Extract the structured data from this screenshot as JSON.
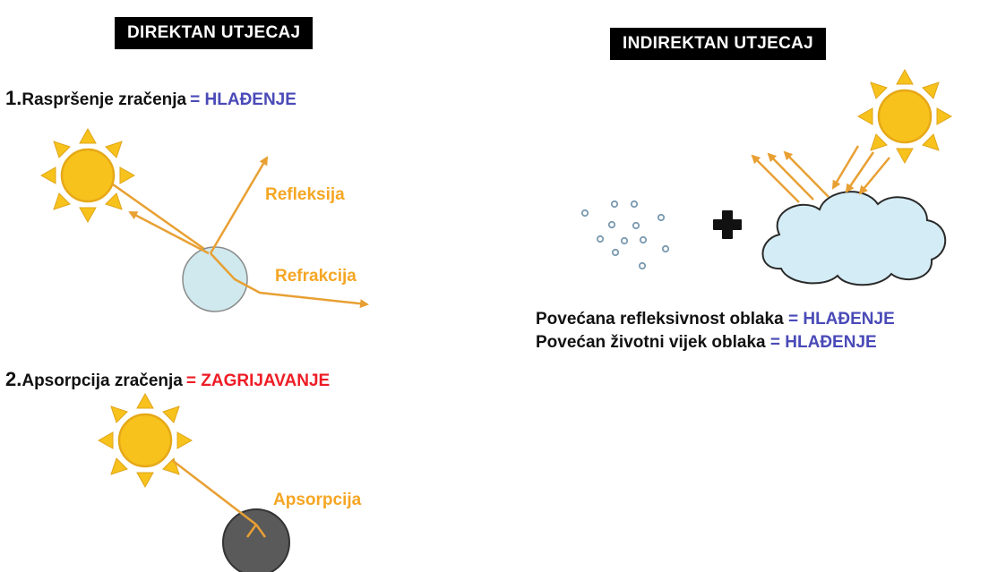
{
  "direct": {
    "title": "DIREKTAN UTJECAJ",
    "item1": {
      "number": "1.",
      "label": "Raspršenje zračenja",
      "equals": "=",
      "effect": "HLAĐENJE"
    },
    "label_reflection": "Refleksija",
    "label_refraction": "Refrakcija",
    "item2": {
      "number": "2.",
      "label": "Apsorpcija zračenja",
      "equals": "=",
      "effect": "ZAGRIJAVANJE"
    },
    "label_absorption": "Apsorpcija"
  },
  "indirect": {
    "title": "INDIREKTAN UTJECAJ",
    "line1": {
      "text": "Povećana refleksivnost oblaka",
      "equals": "=",
      "effect": "HLAĐENJE"
    },
    "line2": {
      "text": "Povećan životni vijek oblaka",
      "equals": "=",
      "effect": "HLAĐENJE"
    }
  },
  "colors": {
    "cooling": "#4a4ab8",
    "warming": "#ee1c25",
    "ray": "#e8a033",
    "sun": "#f7c21c",
    "particle_blue": "#cfe9ee",
    "particle_dark": "#5a5a5a",
    "cloud": "#d4ecf5"
  },
  "icons": [
    "sun-icon",
    "plus-icon",
    "cloud-icon",
    "aerosol-dots-icon"
  ]
}
